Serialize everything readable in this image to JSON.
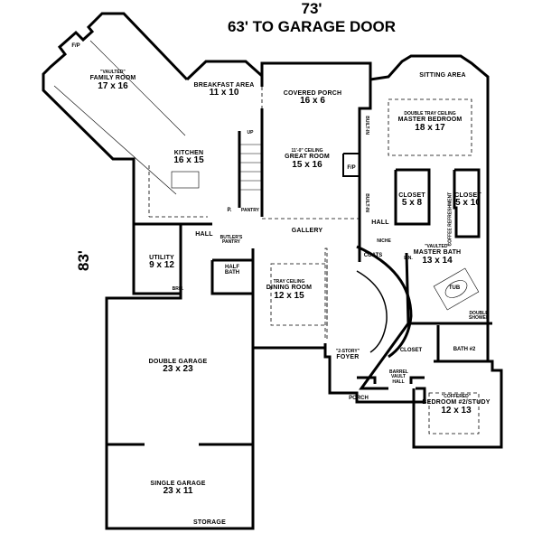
{
  "dimensions": {
    "width_overall": "73'",
    "width_to_garage": "63' TO GARAGE DOOR",
    "depth_overall": "83'"
  },
  "rooms": {
    "family": {
      "note": "\"VAULTED\"",
      "name": "FAMILY ROOM",
      "size": "17 x 16",
      "fireplace": "F/P"
    },
    "breakfast": {
      "name": "BREAKFAST AREA",
      "size": "11 x 10"
    },
    "covered_porch": {
      "name": "COVERED PORCH",
      "size": "16 x 6"
    },
    "sitting": {
      "name": "SITTING AREA"
    },
    "master_bedroom": {
      "note": "DOUBLE TRAY CEILING",
      "name": "MASTER BEDROOM",
      "size": "18 x 17"
    },
    "kitchen": {
      "name": "KITCHEN",
      "size": "16 x 15",
      "pantry_short": "P.",
      "pantry": "PANTRY",
      "stair_up": "UP"
    },
    "great_room": {
      "note": "11'-0\" CEILING",
      "name": "GREAT ROOM",
      "size": "15 x 16",
      "fireplace": "F/P",
      "builtin_top": "BUILT-IN",
      "builtin_bottom": "BUILT-IN"
    },
    "closet1": {
      "name": "CLOSET",
      "size": "5 x 8"
    },
    "closet2": {
      "name": "CLOSET",
      "size": "5 x 10"
    },
    "coffee_bar": {
      "name": "COFFEE REFRESHMENT"
    },
    "hall_left": {
      "name": "HALL"
    },
    "hall_right": {
      "name": "HALL",
      "niche": "NICHE"
    },
    "gallery": {
      "name": "GALLERY"
    },
    "butlers_pantry": {
      "name": "BUTLER'S PANTRY"
    },
    "utility": {
      "name": "UTILITY",
      "size": "9 x 12"
    },
    "broom": {
      "name": "BRM."
    },
    "half_bath": {
      "name": "HALF BATH"
    },
    "dining": {
      "note": "TRAY CEILING",
      "name": "DINING ROOM",
      "size": "12 x 15"
    },
    "coats": {
      "name": "COATS"
    },
    "linen": {
      "name": "LIN."
    },
    "master_bath": {
      "note": "\"VAULTED\"",
      "name": "MASTER BATH",
      "size": "13 x 14",
      "tub": "TUB",
      "shower": "DOUBLE SHOWER"
    },
    "foyer": {
      "note": "\"2-STORY\"",
      "name": "FOYER"
    },
    "closet3": {
      "name": "CLOSET"
    },
    "bath2": {
      "name": "BATH #2"
    },
    "barrel_hall": {
      "name": "BARREL VAULT HALL"
    },
    "porch": {
      "name": "PORCH"
    },
    "bedroom2": {
      "note": "\"COFFERED\"",
      "name": "BEDROOM #2/STUDY",
      "size": "12 x 13"
    },
    "double_garage": {
      "name": "DOUBLE GARAGE",
      "size": "23 x 23"
    },
    "single_garage": {
      "name": "SINGLE GARAGE",
      "size": "23 x 11"
    },
    "storage": {
      "name": "STORAGE"
    }
  }
}
